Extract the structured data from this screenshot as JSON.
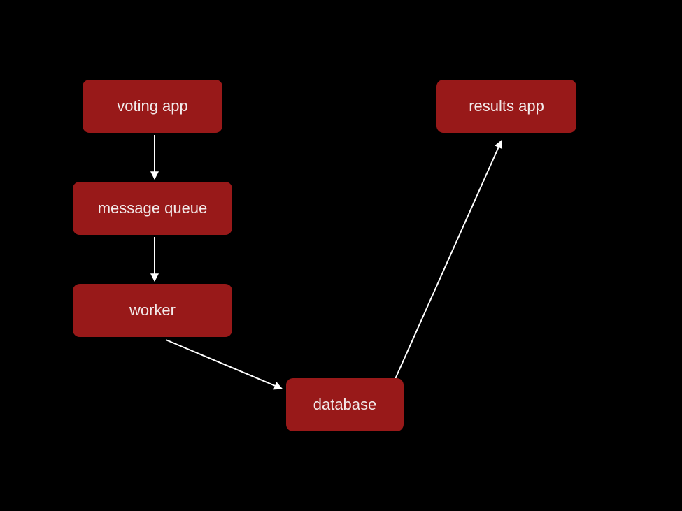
{
  "colors": {
    "background": "#000000",
    "node_fill": "#981919",
    "node_text": "#f2eaea",
    "edge": "#ffffff"
  },
  "nodes": {
    "voting_app": "voting app",
    "message_queue": "message queue",
    "worker": "worker",
    "database": "database",
    "results_app": "results app"
  },
  "edges": [
    {
      "from": "voting app",
      "to": "message queue"
    },
    {
      "from": "message queue",
      "to": "worker"
    },
    {
      "from": "worker",
      "to": "database"
    },
    {
      "from": "database",
      "to": "results app"
    }
  ]
}
